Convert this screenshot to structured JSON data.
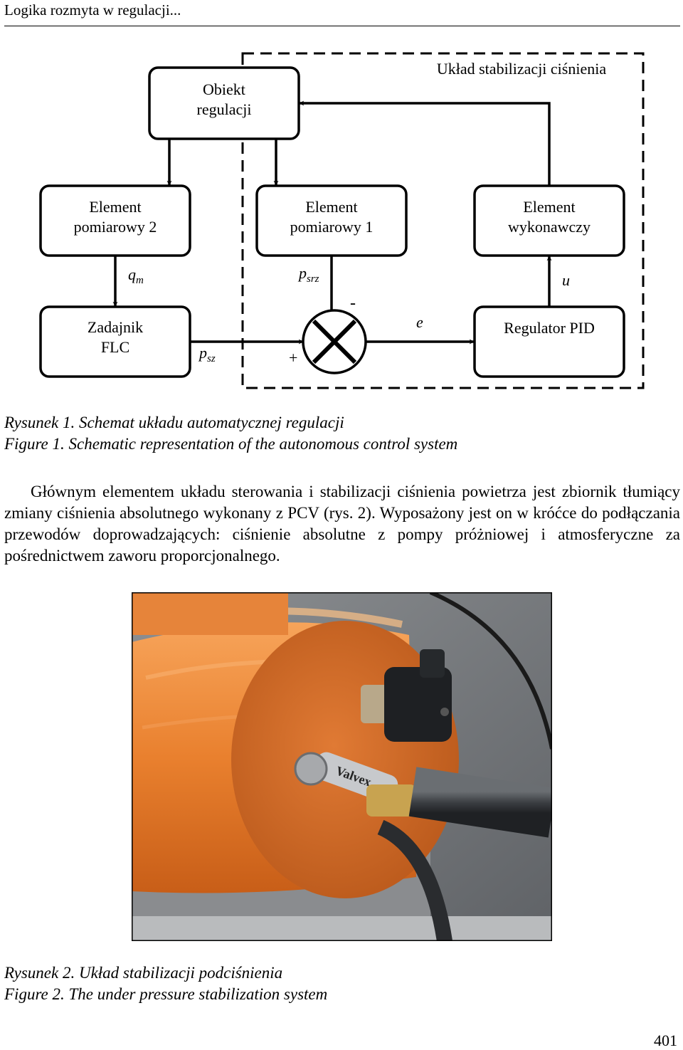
{
  "header": {
    "running_title": "Logika rozmyta w regulacji..."
  },
  "figure1": {
    "group_label": "Układ stabilizacji ciśnienia",
    "blocks": {
      "obiekt": [
        "Obiekt",
        "regulacji"
      ],
      "element2": [
        "Element",
        "pomiarowy 2"
      ],
      "element1": [
        "Element",
        "pomiarowy 1"
      ],
      "wykonawczy": [
        "Element",
        "wykonawczy"
      ],
      "zadajnik": [
        "Zadajnik",
        "FLC"
      ],
      "pid": [
        "Regulator PID"
      ]
    },
    "signals": {
      "qm": {
        "base": "q",
        "sub": "m"
      },
      "psrz": {
        "base": "p",
        "sub": "srz"
      },
      "psz": {
        "base": "p",
        "sub": "sz"
      },
      "e": "e",
      "u": "u",
      "minus": "-",
      "plus": "+"
    },
    "caption_pl": "Rysunek 1. Schemat układu automatycznej regulacji",
    "caption_en": "Figure 1. Schematic representation of the autonomous control system"
  },
  "body": {
    "paragraph": "Głównym elementem układu sterowania i stabilizacji ciśnienia powietrza jest zbiornik tłumiący zmiany ciśnienia absolutnego wykonany z PCV (rys. 2). Wyposażony jest on w króćce do podłączania przewodów doprowadzających: ciśnienie absolutne z pompy próżniowej i atmosferyczne za pośrednictwem zaworu proporcjonalnego."
  },
  "figure2": {
    "valve_brand": "Valvex",
    "caption_pl": "Rysunek 2. Układ stabilizacji podciśnienia",
    "caption_en": "Figure 2. The under pressure stabilization system"
  },
  "footer": {
    "page_number": "401"
  }
}
